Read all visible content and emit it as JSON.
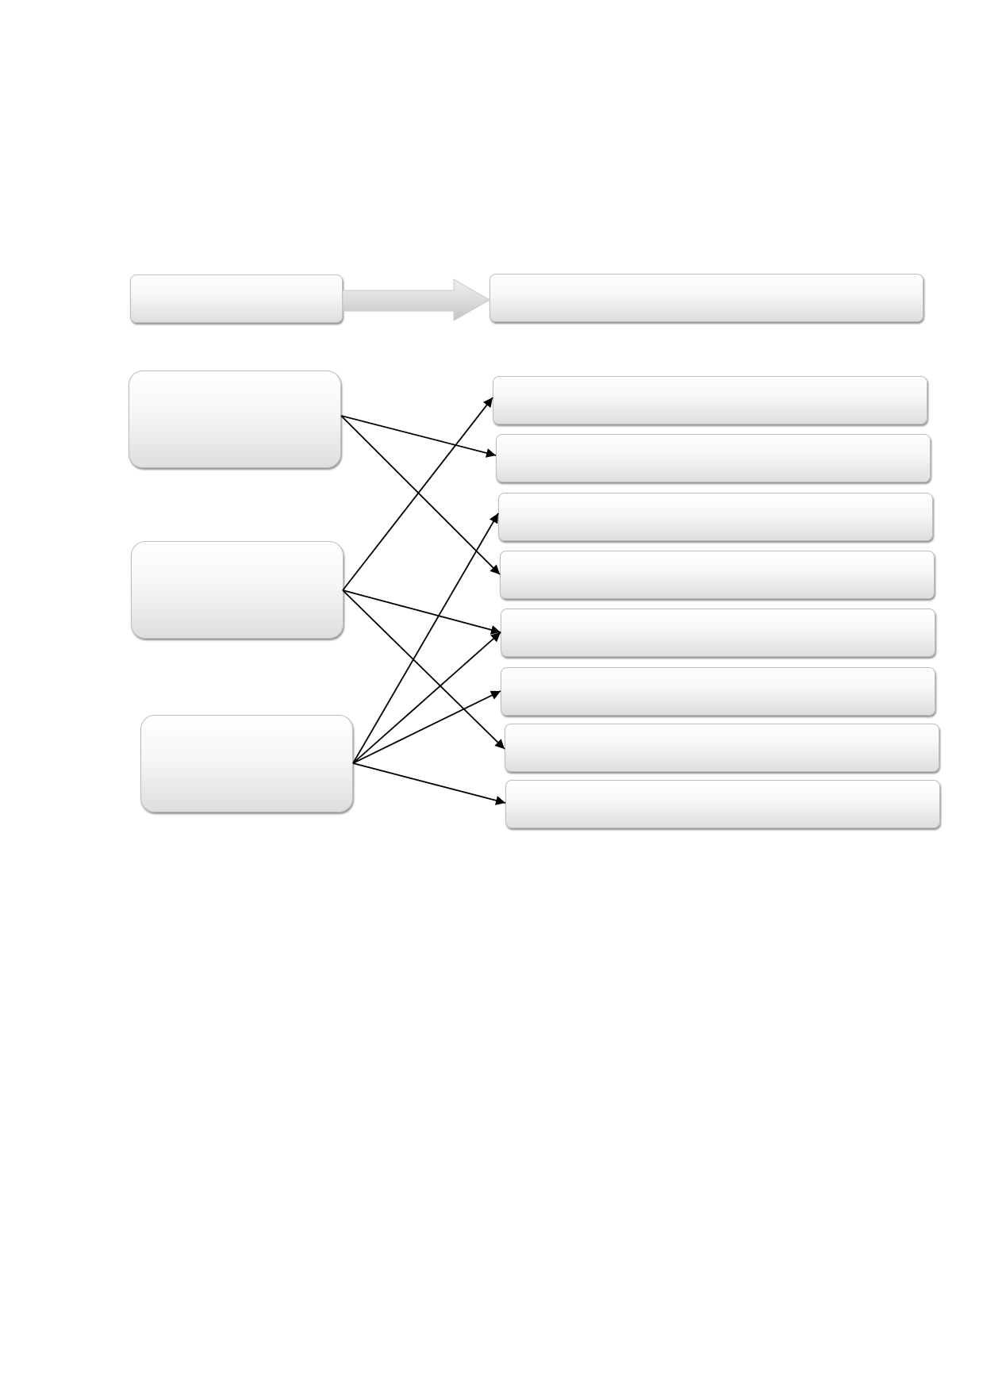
{
  "diagram": {
    "header_left": "",
    "header_right": "",
    "sources": [
      "",
      "",
      ""
    ],
    "targets": [
      "",
      "",
      "",
      "",
      "",
      "",
      "",
      ""
    ],
    "edges": [
      {
        "from": 0,
        "to": 1
      },
      {
        "from": 0,
        "to": 3
      },
      {
        "from": 1,
        "to": 0
      },
      {
        "from": 1,
        "to": 4
      },
      {
        "from": 1,
        "to": 6
      },
      {
        "from": 2,
        "to": 2
      },
      {
        "from": 2,
        "to": 4
      },
      {
        "from": 2,
        "to": 5
      },
      {
        "from": 2,
        "to": 7
      }
    ],
    "line_color": "#000000",
    "box_border_color": "#bdbdbd",
    "arrow_fill_color": "#d9d9d9"
  }
}
